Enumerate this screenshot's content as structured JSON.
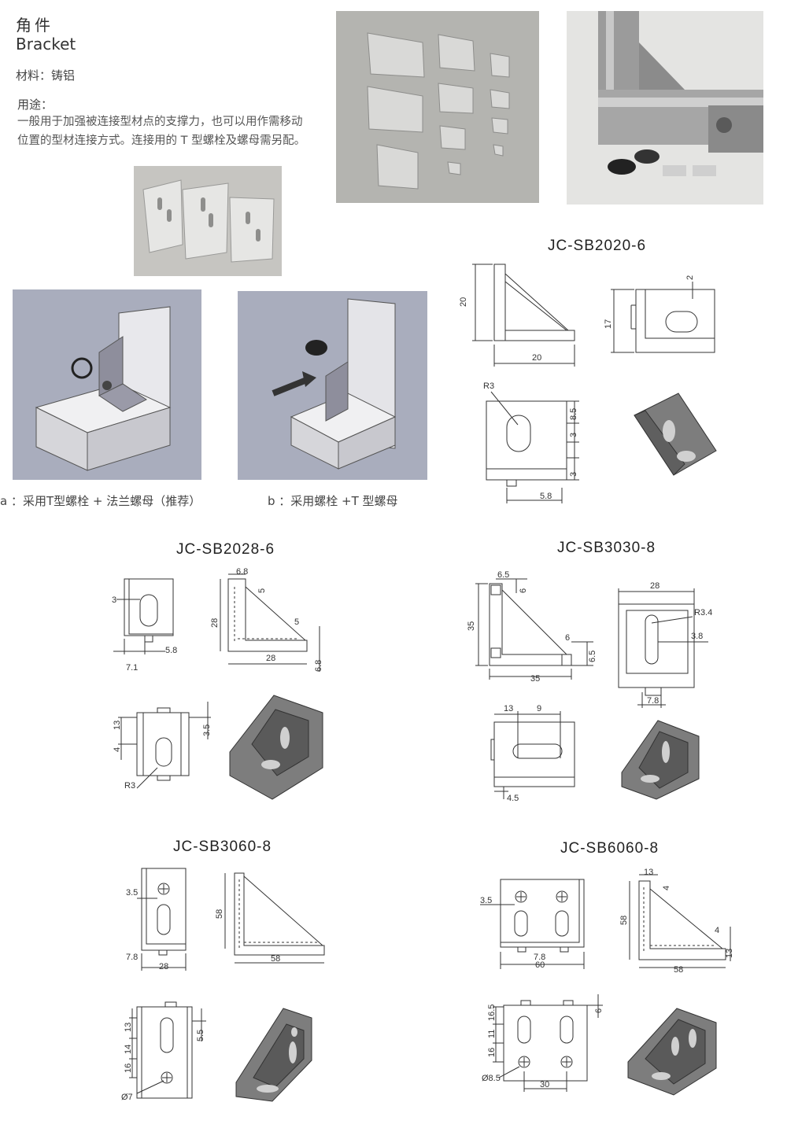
{
  "header": {
    "title_cn": "角件",
    "title_en": "Bracket",
    "material_label": "材料：",
    "material_value": "铸铝",
    "usage_label": "用途：",
    "usage_text": "一般用于加强被连接型材点的支撑力，也可以用作需移动位置的型材连接方式。连接用的 T 型螺栓及螺母需另配。"
  },
  "captions": {
    "a": "a ：采用T型螺栓 + 法兰螺母（推荐）",
    "b": "b ：采用螺栓 +T 型螺母"
  },
  "models": [
    {
      "code": "JC-SB2020-6"
    },
    {
      "code": "JC-SB2028-6"
    },
    {
      "code": "JC-SB3030-8"
    },
    {
      "code": "JC-SB3060-8"
    },
    {
      "code": "JC-SB6060-8"
    }
  ],
  "dims": {
    "sb2020": {
      "side_h": "20",
      "side_w": "20",
      "top_h": "17",
      "top_gap": "2",
      "r": "R3",
      "f1": "8.5",
      "f2": "3",
      "f3": "3",
      "bw": "5.8"
    },
    "sb2028": {
      "d1": "3",
      "d2": "5.8",
      "d3": "7.1",
      "d4": "6.8",
      "d5": "5",
      "d6": "28",
      "d7": "5",
      "d8": "28",
      "d9": "6.8",
      "d10": "13",
      "d11": "4",
      "d12": "3.5",
      "r": "R3"
    },
    "sb3030": {
      "d1": "6.5",
      "d2": "6",
      "d3": "35",
      "d4": "6",
      "d5": "6.5",
      "d6": "35",
      "w": "28",
      "r": "R3.4",
      "d7": "3.8",
      "d8": "7.8",
      "d9": "13",
      "d10": "9",
      "d11": "4.5"
    },
    "sb3060": {
      "d1": "3.5",
      "d2": "7.8",
      "d3": "28",
      "d4": "58",
      "d5": "58",
      "d6": "13",
      "d7": "14",
      "d8": "16",
      "d9": "5.5",
      "dia": "Ø7"
    },
    "sb6060": {
      "d1": "3.5",
      "d2": "7.8",
      "d3": "60",
      "d4": "13",
      "d5": "4",
      "d6": "58",
      "d7": "4",
      "d8": "13",
      "d9": "58",
      "d10": "16.5",
      "d11": "11",
      "d12": "16",
      "d13": "6",
      "dia": "Ø8.5",
      "d14": "30"
    }
  },
  "colors": {
    "render_bg": "#a9adbd",
    "photo_bg": "#b9b9b6",
    "bracket_gray": "#7d7d7d",
    "line": "#333333"
  }
}
